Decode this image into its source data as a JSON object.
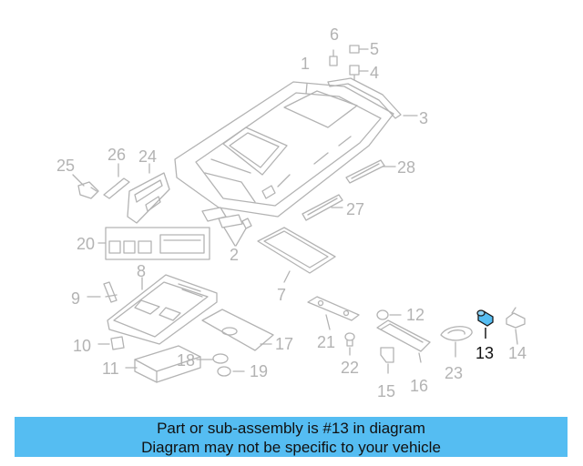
{
  "diagram": {
    "parts": [
      {
        "id": "1",
        "label": "1"
      },
      {
        "id": "2",
        "label": "2"
      },
      {
        "id": "3",
        "label": "3"
      },
      {
        "id": "4",
        "label": "4"
      },
      {
        "id": "5",
        "label": "5"
      },
      {
        "id": "6",
        "label": "6"
      },
      {
        "id": "7",
        "label": "7"
      },
      {
        "id": "8",
        "label": "8"
      },
      {
        "id": "9",
        "label": "9"
      },
      {
        "id": "10",
        "label": "10"
      },
      {
        "id": "11",
        "label": "11"
      },
      {
        "id": "12",
        "label": "12"
      },
      {
        "id": "13",
        "label": "13"
      },
      {
        "id": "14",
        "label": "14"
      },
      {
        "id": "15",
        "label": "15"
      },
      {
        "id": "16",
        "label": "16"
      },
      {
        "id": "17",
        "label": "17"
      },
      {
        "id": "18",
        "label": "18"
      },
      {
        "id": "19",
        "label": "19"
      },
      {
        "id": "20",
        "label": "20"
      },
      {
        "id": "21",
        "label": "21"
      },
      {
        "id": "22",
        "label": "22"
      },
      {
        "id": "23",
        "label": "23"
      },
      {
        "id": "24",
        "label": "24"
      },
      {
        "id": "25",
        "label": "25"
      },
      {
        "id": "26",
        "label": "26"
      },
      {
        "id": "27",
        "label": "27"
      },
      {
        "id": "28",
        "label": "28"
      }
    ],
    "highlighted_part": "13",
    "colors": {
      "line": "#b3b3b3",
      "highlight_label": "#111111",
      "highlight_part": "#55bdf2",
      "caption_background": "#55bdf2"
    }
  },
  "caption": {
    "line1": "Part or sub-assembly is #13 in diagram",
    "line2": "Diagram may not be specific to your vehicle"
  }
}
